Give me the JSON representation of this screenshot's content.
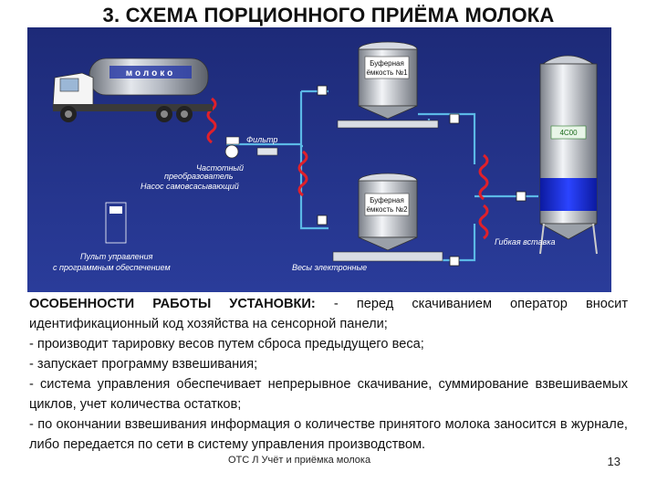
{
  "title": "3. СХЕМА ПОРЦИОННОГО ПРИЁМА МОЛОКА",
  "diagram": {
    "truck_label": "молоко",
    "tank1_label": [
      "Буферная",
      "ёмкость №1"
    ],
    "tank2_label": [
      "Буферная",
      "ёмкость №2"
    ],
    "big_tank_label": "4С00",
    "filter_label": "Фильтр",
    "pump_labels": [
      "Частотный",
      "преобразователь",
      "Насос самовсасывающий"
    ],
    "panel_labels": [
      "Пульт управления",
      "с программным обеспечением"
    ],
    "scales_label": "Весы электронные",
    "insert_label": "Гибкая вставка",
    "colors": {
      "background": "#1f2a7a",
      "pipe": "#5bb8e6",
      "hose": "#e0202a",
      "tank_blue": "#1a2fd8"
    }
  },
  "body": {
    "lead": "ОСОБЕННОСТИ РАБОТЫ УСТАНОВКИ:",
    "lead_rest": " - перед скачиванием оператор вносит идентификационный код хозяйства на сенсорной панели;",
    "lines": [
      "- производит тарировку весов путем сброса предыдущего веса;",
      "- запускает программу взвешивания;",
      "- система управления обеспечивает непрерывное скачивание, суммирование взвешиваемых циклов, учет количества остатков;",
      "- по окончании взвешивания информация о количестве принятого молока заносится в журнале, либо передается по сети в систему управления производством."
    ]
  },
  "footer": {
    "course": "ОТС Л Учёт и приёмка молока",
    "page": "13"
  }
}
